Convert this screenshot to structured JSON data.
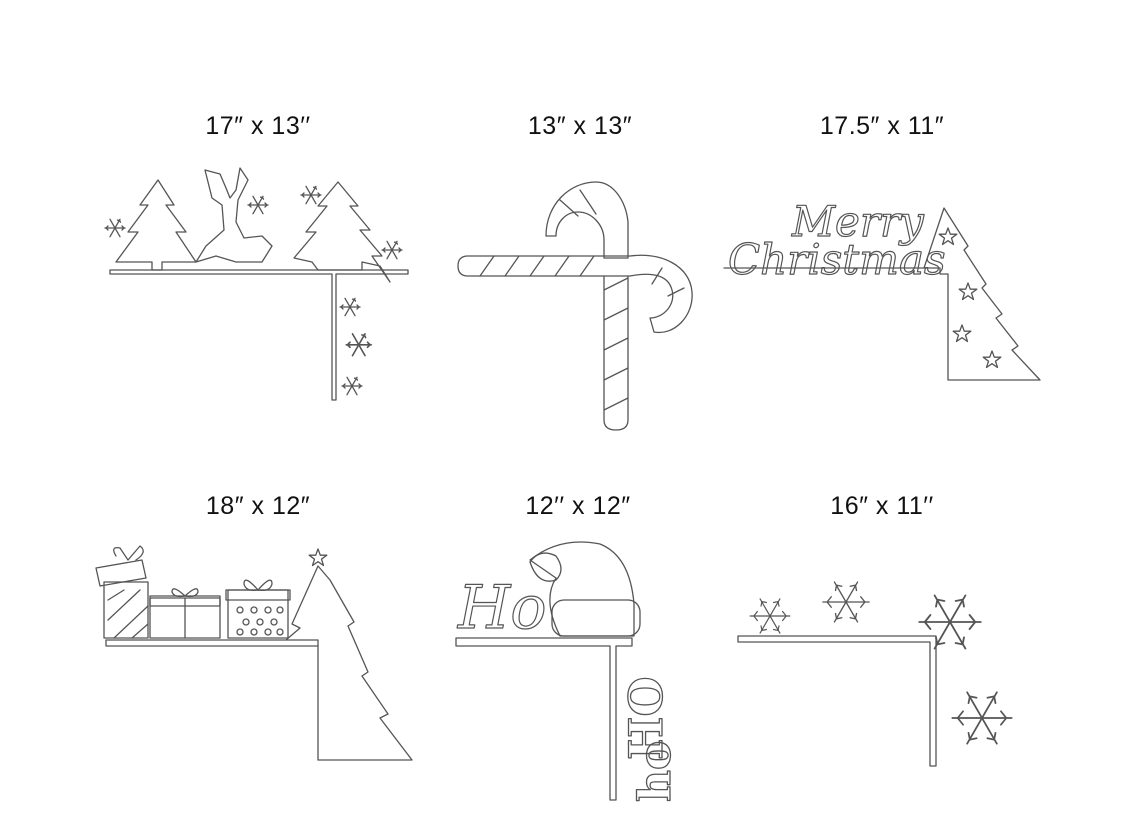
{
  "designs": [
    {
      "id": "trees-reindeer",
      "size": "17″ x 13′′",
      "icon": "reindeer-trees-corner-icon"
    },
    {
      "id": "candy-cane",
      "size": "13″ x 13″",
      "icon": "candy-cane-corner-icon"
    },
    {
      "id": "merry-christmas",
      "size": "17.5″ x 11″",
      "icon": "merry-christmas-corner-icon",
      "script_lines": [
        "Merry",
        "Christmas"
      ]
    },
    {
      "id": "presents-tree",
      "size": "18″ x 12″",
      "icon": "presents-tree-corner-icon"
    },
    {
      "id": "ho-ho-ho",
      "size": "12′′ x 12″",
      "icon": "ho-ho-ho-corner-icon",
      "words": [
        "Ho",
        "HO",
        "ho"
      ]
    },
    {
      "id": "snowflakes",
      "size": "16″ x 11′′",
      "icon": "snowflakes-corner-icon"
    }
  ],
  "colors": {
    "line": "#555555",
    "text": "#111111",
    "background": "#ffffff"
  }
}
